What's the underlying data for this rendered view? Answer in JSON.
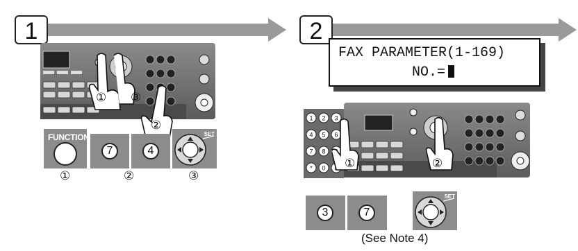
{
  "steps": [
    {
      "number": "1"
    },
    {
      "number": "2"
    }
  ],
  "display": {
    "line1": "FAX PARAMETER(1-169)",
    "line2": "NO.="
  },
  "step1": {
    "keys": {
      "function_label": "FUNCTION",
      "digit_a": "7",
      "digit_b": "4",
      "set_label": "SET"
    },
    "markers": [
      "①",
      "②",
      "③"
    ],
    "panel_markers": [
      "①",
      "②",
      "③"
    ]
  },
  "step2": {
    "keys": {
      "digit_a": "3",
      "digit_b": "7",
      "set_label": "SET"
    },
    "panel_markers": [
      "①",
      "②"
    ],
    "keypad": [
      "1",
      "2",
      "3",
      "4",
      "5",
      "6",
      "7",
      "8",
      "9",
      "*",
      "0",
      "#"
    ],
    "note": "(See Note 4)"
  },
  "colors": {
    "tile": "#8c8c8c",
    "arrow": "#9a9a9a",
    "panel": "#6e6e6e"
  },
  "icons": [
    "right-arrow-icon",
    "hand-pointer-icon",
    "navigation-dial-icon"
  ]
}
